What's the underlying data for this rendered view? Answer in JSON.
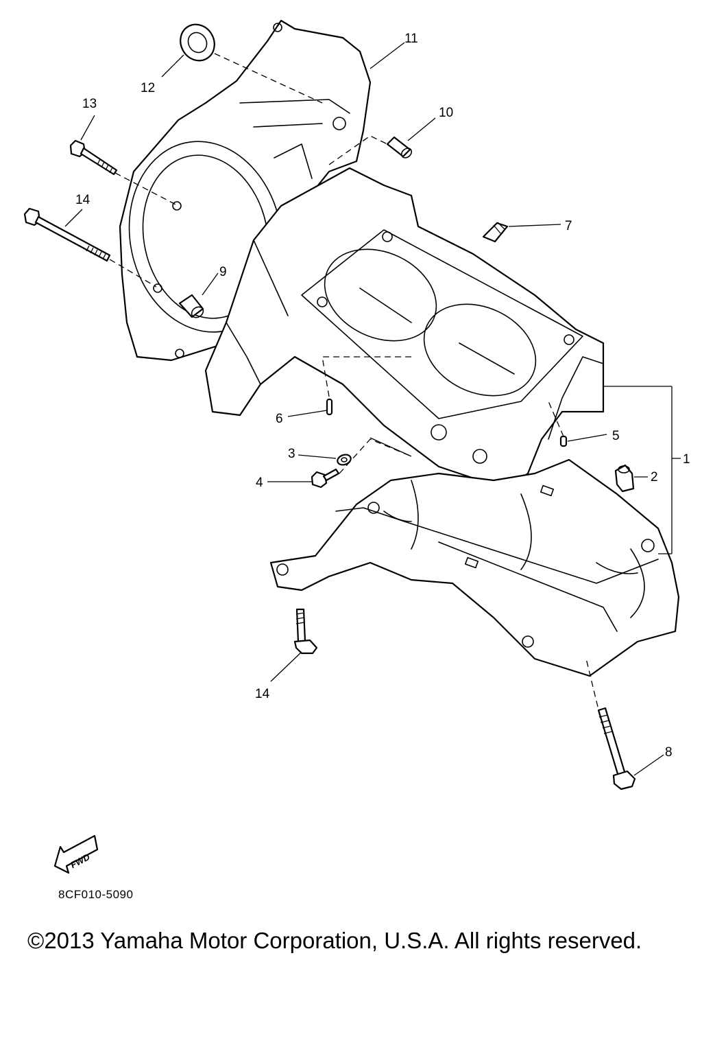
{
  "callouts": {
    "c1": "1",
    "c2": "2",
    "c3": "3",
    "c4": "4",
    "c5": "5",
    "c6": "6",
    "c7": "7",
    "c8": "8",
    "c9": "9",
    "c10": "10",
    "c11": "11",
    "c12": "12",
    "c13": "13",
    "c14a": "14",
    "c14b": "14"
  },
  "fwd_label": "FWD",
  "diagram_code": "8CF010-5090",
  "copyright": "©2013 Yamaha Motor Corporation, U.S.A. All rights reserved."
}
